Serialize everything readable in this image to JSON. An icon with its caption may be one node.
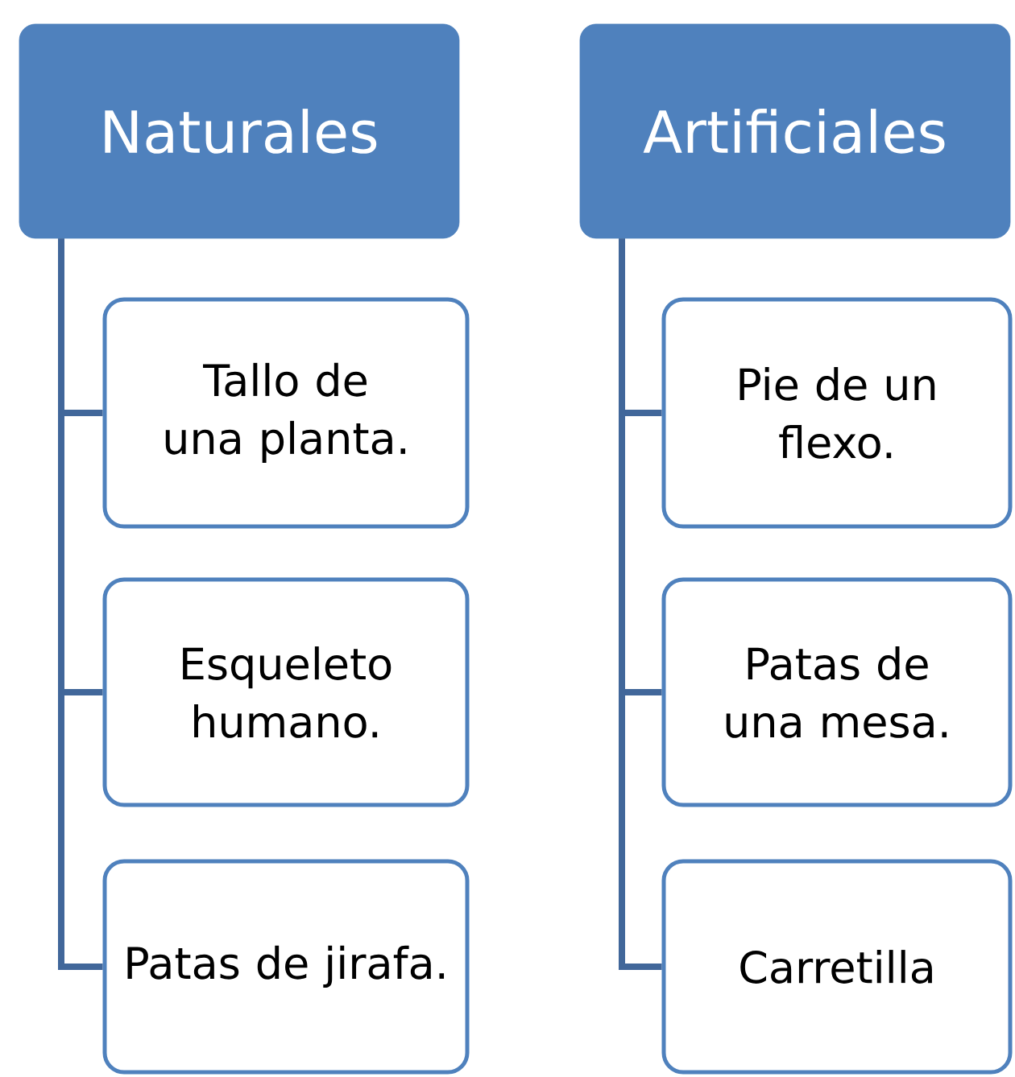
{
  "diagram": {
    "nodes": [
      {
        "text": [
          "Naturales"
        ]
      },
      {
        "text": [
          "Tallo de una planta."
        ]
      },
      {
        "text": [
          "Esqueleto humano."
        ]
      },
      {
        "text": [
          "Patas de jirafa."
        ]
      },
      {
        "text": [
          "Artificiales"
        ]
      },
      {
        "text": [
          "Pie de un flexo."
        ]
      },
      {
        "text": [
          "Patas de una mesa."
        ]
      },
      {
        "text": [
          "Carretilla"
        ]
      }
    ],
    "edges": [
      {
        "from": 0,
        "to": 1,
        "arrow": "none"
      },
      {
        "from": 0,
        "to": 2,
        "arrow": "none"
      },
      {
        "from": 0,
        "to": 3,
        "arrow": "none"
      },
      {
        "from": 4,
        "to": 5,
        "arrow": "none"
      },
      {
        "from": 4,
        "to": 6,
        "arrow": "none"
      },
      {
        "from": 4,
        "to": 7,
        "arrow": "none"
      }
    ]
  }
}
